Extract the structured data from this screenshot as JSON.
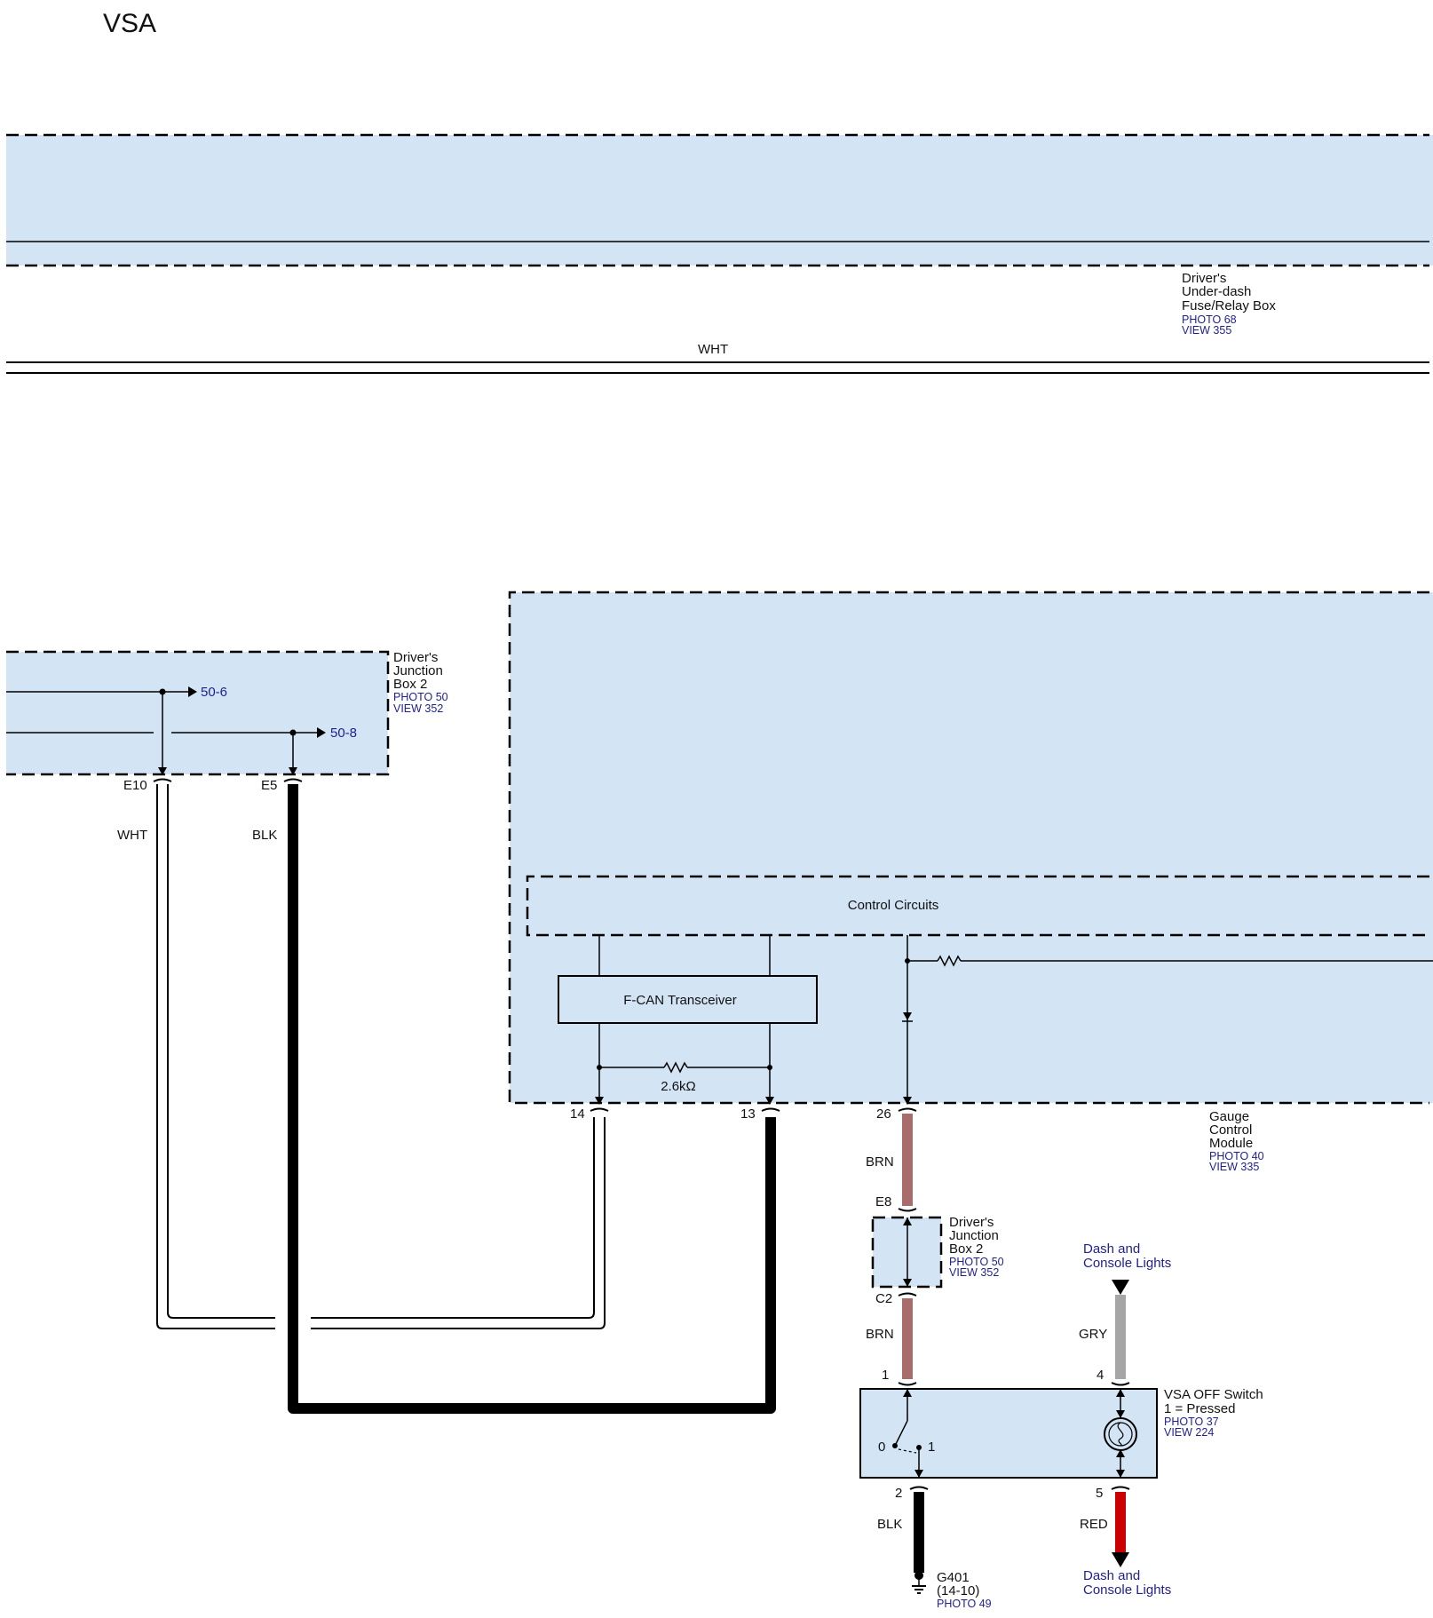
{
  "title": "VSA",
  "colors": {
    "box_fill": "#d3e4f5",
    "ref_blue": "#1f1f8f",
    "brn": "#a86c6c",
    "gry": "#a6a6a6",
    "red": "#cc0000",
    "blk": "#000000"
  },
  "underdash_box": {
    "name_lines": [
      "Driver's",
      "Under-dash",
      "Fuse/Relay Box"
    ],
    "photo": "PHOTO 68",
    "view": "VIEW 355"
  },
  "top_wire": {
    "color_label": "WHT"
  },
  "junction_box_2a": {
    "name_lines": [
      "Driver's",
      "Junction",
      "Box 2"
    ],
    "photo": "PHOTO 50",
    "view": "VIEW 352",
    "ref_top": "50-6",
    "ref_bottom": "50-8",
    "pin_left": "E10",
    "pin_right": "E5",
    "wire_left": "WHT",
    "wire_right": "BLK"
  },
  "gauge_module": {
    "name_lines": [
      "Gauge",
      "Control",
      "Module"
    ],
    "photo": "PHOTO 40",
    "view": "VIEW 335",
    "control_circuits": "Control Circuits",
    "transceiver": "F-CAN Transceiver",
    "resistor": "2.6kΩ",
    "pin_14": "14",
    "pin_13": "13",
    "pin_26": "26"
  },
  "brn_wire": {
    "label_top": "BRN",
    "label_bottom": "BRN"
  },
  "junction_box_2b": {
    "name_lines": [
      "Driver's",
      "Junction",
      "Box 2"
    ],
    "photo": "PHOTO 50",
    "view": "VIEW 352",
    "pin_top": "E8",
    "pin_bottom": "C2"
  },
  "dash_lights_top": {
    "lines": [
      "Dash and",
      "Console Lights"
    ]
  },
  "gry_wire": {
    "label": "GRY"
  },
  "vsa_switch": {
    "name": "VSA OFF Switch",
    "state": "1 = Pressed",
    "photo": "PHOTO 37",
    "view": "VIEW 224",
    "pin_1": "1",
    "pin_4": "4",
    "pin_2": "2",
    "pin_5": "5",
    "pos_0": "0",
    "pos_1": "1"
  },
  "blk_wire": {
    "label": "BLK"
  },
  "red_wire": {
    "label": "RED"
  },
  "ground": {
    "name": "G401",
    "sub": "(14-10)",
    "photo": "PHOTO 49"
  },
  "dash_lights_bottom": {
    "lines": [
      "Dash and",
      "Console Lights"
    ]
  }
}
